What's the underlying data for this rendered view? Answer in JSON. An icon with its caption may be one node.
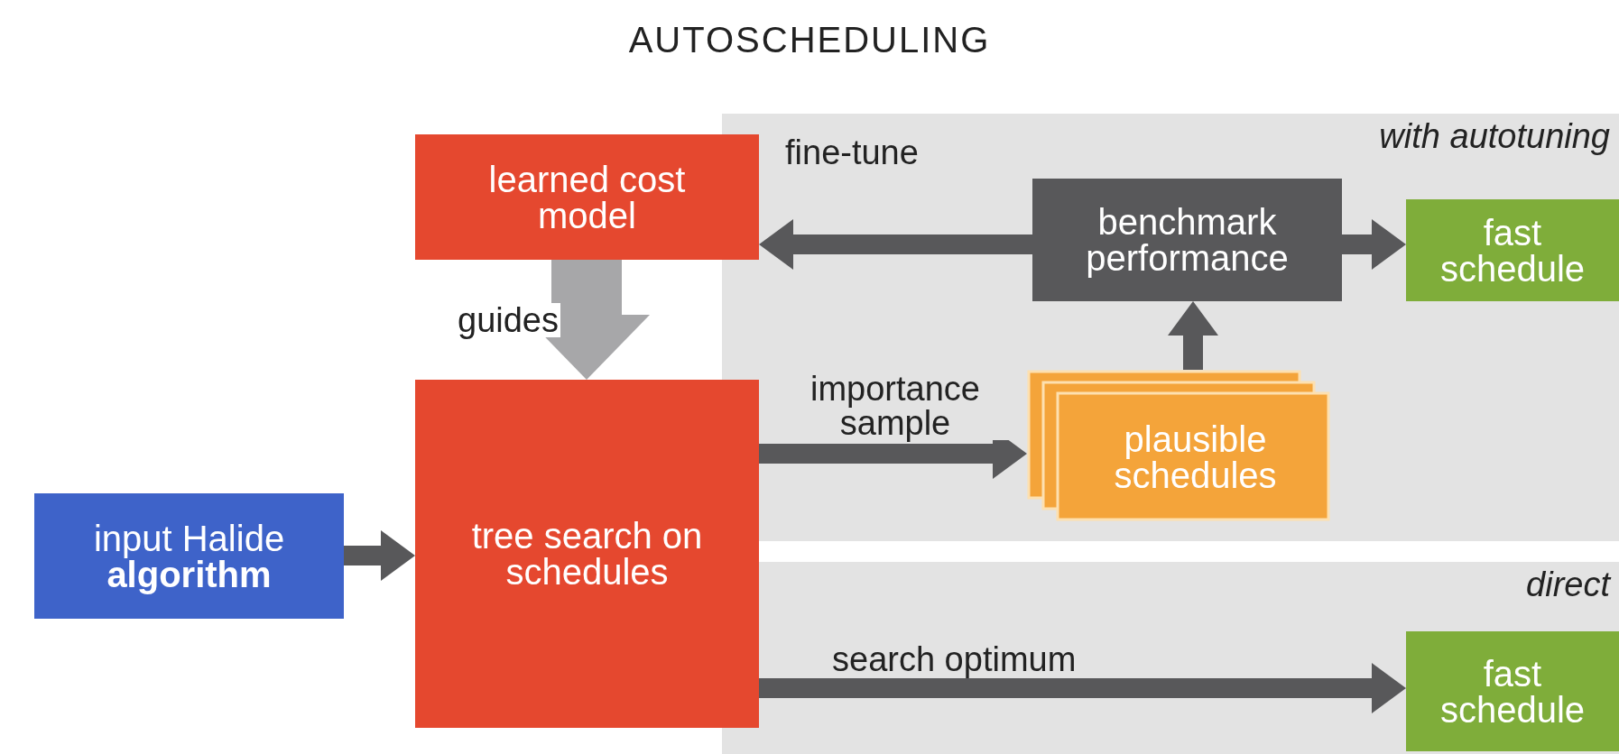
{
  "diagram": {
    "title": "AUTOSCHEDULING",
    "nodes": [
      {
        "text": [
          "with autotuning"
        ]
      },
      {
        "text": [
          "learned cost model"
        ]
      },
      {
        "text": [
          "benchmark performance"
        ],
        "in": 0
      },
      {
        "text": [
          "fast schedule"
        ],
        "in": 0
      },
      {
        "text": [
          "plausible schedules"
        ],
        "in": 0
      },
      {
        "text": [
          "input Halide **algorithm**"
        ]
      },
      {
        "text": [
          "tree search on schedules"
        ]
      },
      {
        "text": [
          "direct"
        ]
      },
      {
        "text": [
          "fast schedule"
        ],
        "in": 7
      }
    ],
    "edges": [
      {
        "from": 5,
        "to": 6,
        "arrow": "to"
      },
      {
        "from": 1,
        "to": 6,
        "arrow": "to",
        "label": "guides",
        "style": "thick",
        "color": "#a7a7a9"
      },
      {
        "from": 6,
        "to": 4,
        "arrow": "to",
        "label": "importance sample"
      },
      {
        "from": 4,
        "to": 2,
        "arrow": "to"
      },
      {
        "from": 2,
        "to": 1,
        "arrow": "to",
        "label": "fine-tune"
      },
      {
        "from": 2,
        "to": 3,
        "arrow": "to"
      },
      {
        "from": 6,
        "to": 8,
        "arrow": "to",
        "label": "search optimum"
      }
    ]
  }
}
